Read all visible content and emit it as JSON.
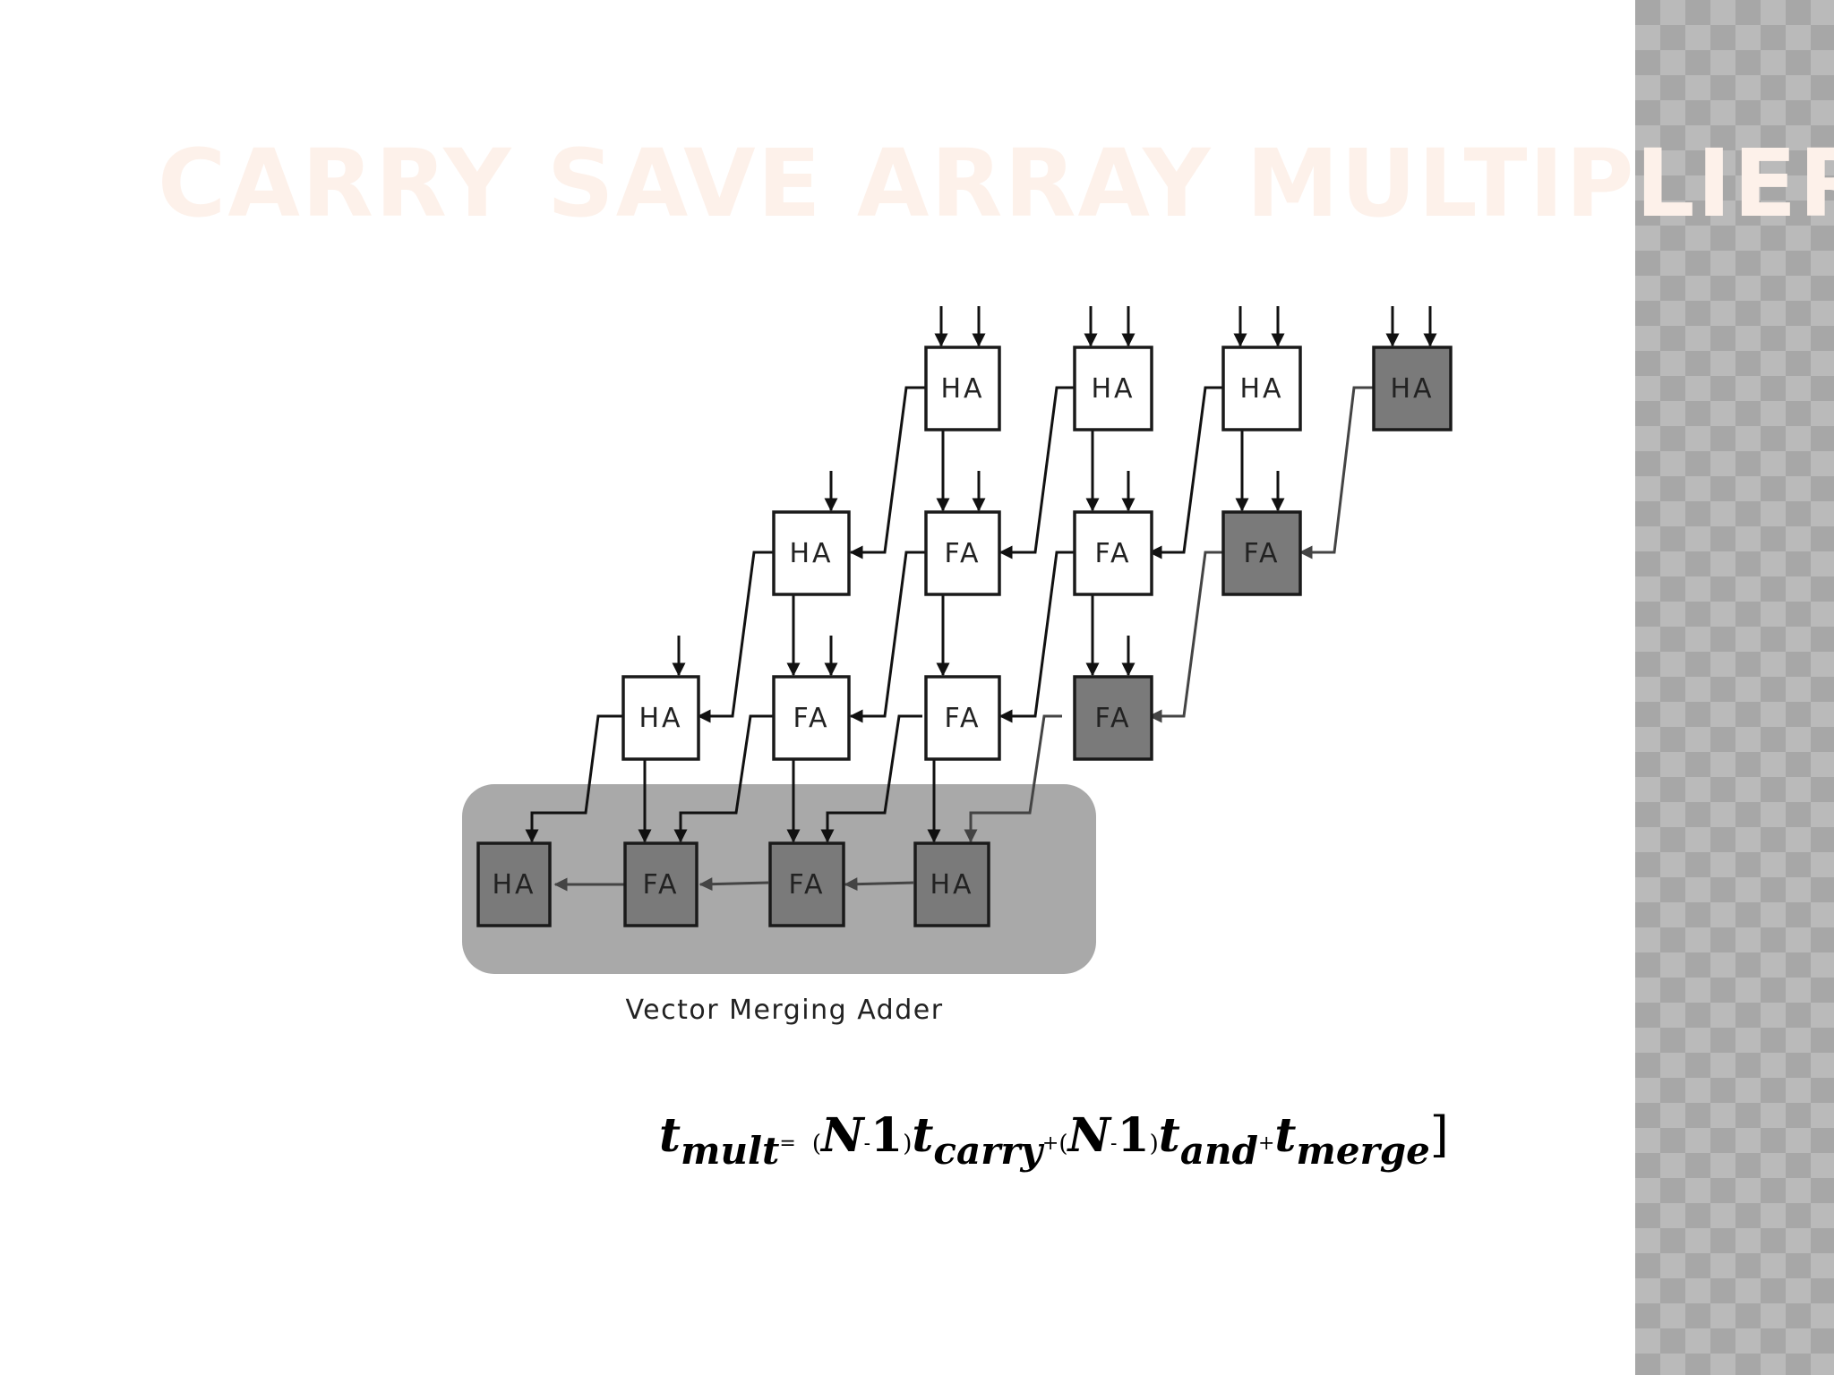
{
  "title": "CARRY SAVE ARRAY MULTIPLIER",
  "caption": "Vector Merging Adder",
  "blocks": {
    "r0c0": "HA",
    "r0c1": "HA",
    "r0c2": "HA",
    "r0c3": "HA",
    "r1c0": "HA",
    "r1c1": "FA",
    "r1c2": "FA",
    "r1c3": "FA",
    "r2c0": "HA",
    "r2c1": "FA",
    "r2c2": "FA",
    "r2c3": "FA",
    "r3c0": "HA",
    "r3c1": "FA",
    "r3c2": "FA",
    "r3c3": "HA"
  },
  "formula": {
    "t1": "t",
    "mult": "mult",
    "eq": "=",
    "lp1": "(",
    "n1": "N",
    "minus1": "-",
    "one1": "1",
    "rp1": ")",
    "t2": "t",
    "carry": "carry",
    "plus1": "+",
    "lp2": "(",
    "n2": "N",
    "minus2": "-",
    "one2": "1",
    "rp2": ")",
    "t3": "t",
    "and": "and",
    "plus2": "+",
    "t4": "t",
    "merge": "merge",
    "bracket": "]"
  }
}
